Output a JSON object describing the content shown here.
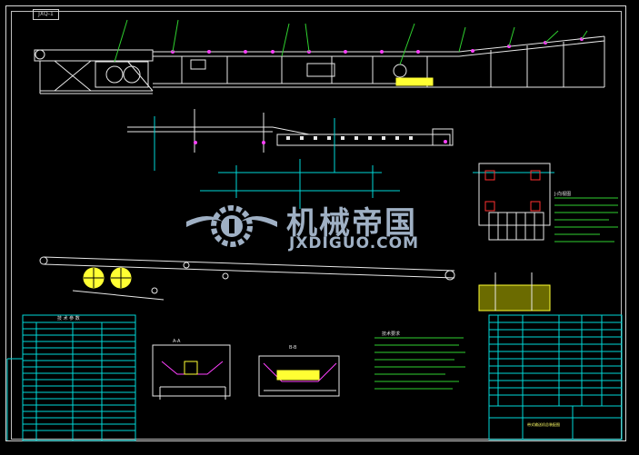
{
  "drawing": {
    "drawing_number": "JXQ-1",
    "parts_table_title": "技 术 参 数",
    "notes_title": "技术要求",
    "section_a_label": "A-A",
    "section_b_label": "B-B",
    "section_j_label": "J-向视图",
    "title_caption": "带式输送机总装配图"
  },
  "watermark": {
    "cn": "机械帝国",
    "en": "JXDIGUO.COM"
  },
  "colors": {
    "background": "#000000",
    "frame": "#d8d8d8",
    "cyan": "#00d8d8",
    "white": "#e8e8e8",
    "green": "#2fd02f",
    "yellow": "#ffff33",
    "magenta": "#ff40ff",
    "red": "#ff3030",
    "watermark": "#9fb0c4"
  }
}
